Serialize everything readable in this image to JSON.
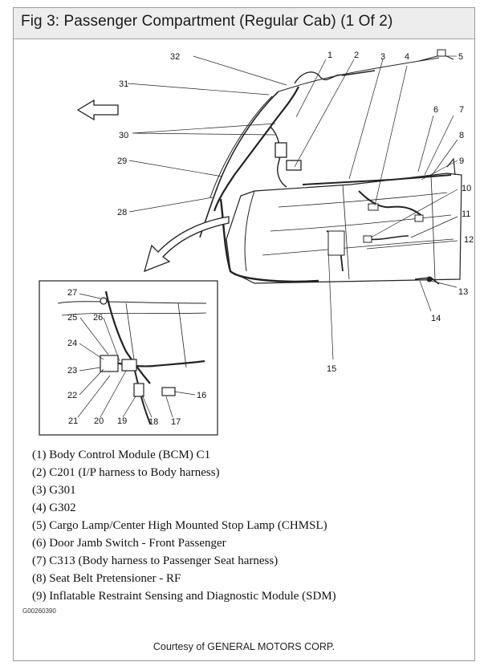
{
  "title": "Fig 3: Passenger Compartment (Regular Cab) (1 Of 2)",
  "callouts": [
    "1",
    "2",
    "3",
    "4",
    "5",
    "6",
    "7",
    "8",
    "9",
    "10",
    "11",
    "12",
    "13",
    "14",
    "15",
    "16",
    "17",
    "18",
    "19",
    "20",
    "21",
    "22",
    "23",
    "24",
    "25",
    "26",
    "27",
    "28",
    "29",
    "30",
    "31",
    "32"
  ],
  "legend": [
    "(1) Body Control Module (BCM) C1",
    "(2) C201 (I/P harness to Body harness)",
    "(3) G301",
    "(4) G302",
    "(5) Cargo Lamp/Center High Mounted Stop Lamp (CHMSL)",
    "(6) Door Jamb Switch - Front Passenger",
    "(7) C313 (Body harness to Passenger Seat harness)",
    "(8) Seat Belt Pretensioner - RF",
    "(9) Inflatable Restraint Sensing and Diagnostic Module (SDM)"
  ],
  "figure_code": "G00260390",
  "credit": "Courtesy of GENERAL MOTORS CORP."
}
